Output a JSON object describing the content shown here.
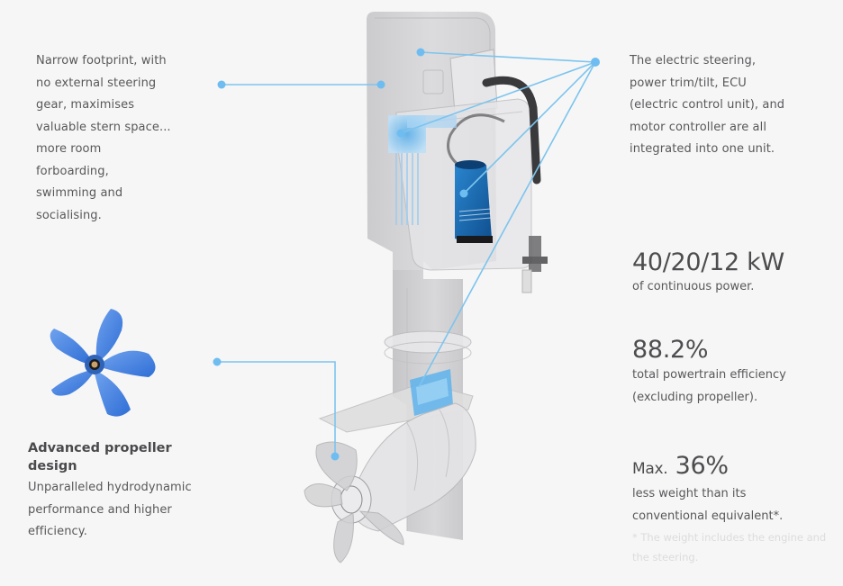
{
  "features": {
    "steering_footprint": {
      "text": "Narrow footprint, with no external steering gear, maximises valuable stern space... more room forboarding, swimming and socialising.",
      "lines": [
        "Narrow footprint, with",
        "no external steering",
        "gear, maximises",
        "valuable stern space...",
        "more room",
        "forboarding,",
        "swimming and",
        "socialising."
      ]
    },
    "integrated_unit": {
      "text": "The electric steering, power trim/tilt, ECU (electric control unit), and motor controller are all integrated into one unit.",
      "lines": [
        "The electric steering,",
        "power trim/tilt, ECU",
        "(electric control unit), and",
        "motor controller are all",
        "integrated into one unit."
      ]
    },
    "propeller": {
      "title_lines": [
        "Advanced propeller",
        "design"
      ],
      "lines": [
        "Unparalleled hydrodynamic",
        "performance and higher",
        "efficiency."
      ],
      "image_icon": "propeller-icon"
    }
  },
  "stats": {
    "power": {
      "value": "40/20/12 kW",
      "label": "of continuous power."
    },
    "efficiency": {
      "value": "88.2%",
      "label_lines": [
        "total powertrain efficiency",
        "(excluding propeller)."
      ]
    },
    "weight": {
      "prefix": "Max.",
      "value": "36%",
      "label_lines": [
        "less weight than its",
        "conventional equivalent*."
      ],
      "footnote_lines": [
        "* The weight includes the engine and",
        "the steering."
      ]
    }
  },
  "colors": {
    "background": "#f6f6f6",
    "callout_line": "#7cc4ee",
    "callout_dot": "#6fbdf0",
    "propeller_blue": "#3c7fdc",
    "motor_blue": "#1b6fb8",
    "housing_gray": "#d3d3d5",
    "text": "#58585b",
    "footnote": "#dcdcdc"
  }
}
